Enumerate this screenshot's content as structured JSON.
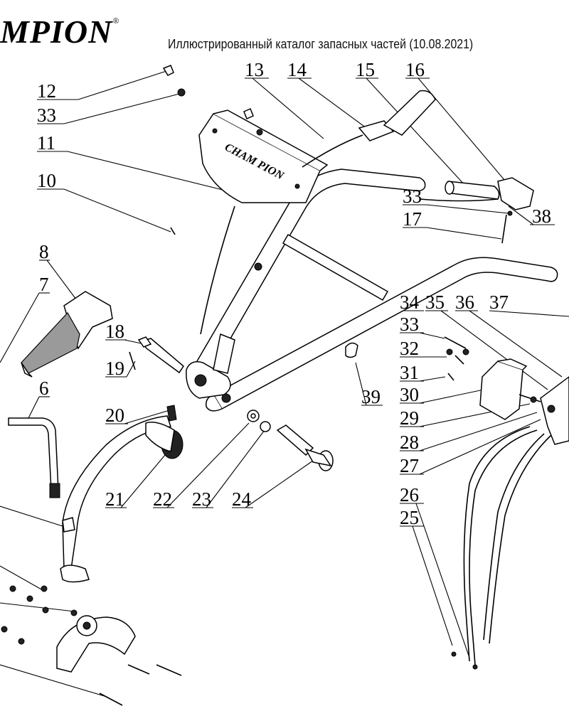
{
  "header": {
    "brand": "MPION",
    "brand_mark": "®",
    "title": "Иллюстрированный каталог запасных частей (10.08.2021)"
  },
  "diagram": {
    "part_labels": [
      "6",
      "7",
      "8",
      "10",
      "11",
      "12",
      "13",
      "14",
      "15",
      "16",
      "17",
      "18",
      "19",
      "20",
      "21",
      "22",
      "23",
      "24",
      "25",
      "26",
      "27",
      "28",
      "29",
      "30",
      "31",
      "32",
      "33",
      "34",
      "35",
      "36",
      "37",
      "38",
      "39"
    ]
  },
  "colors": {
    "line": "#000000",
    "background": "#ffffff",
    "shade": "#9a9a9a"
  }
}
